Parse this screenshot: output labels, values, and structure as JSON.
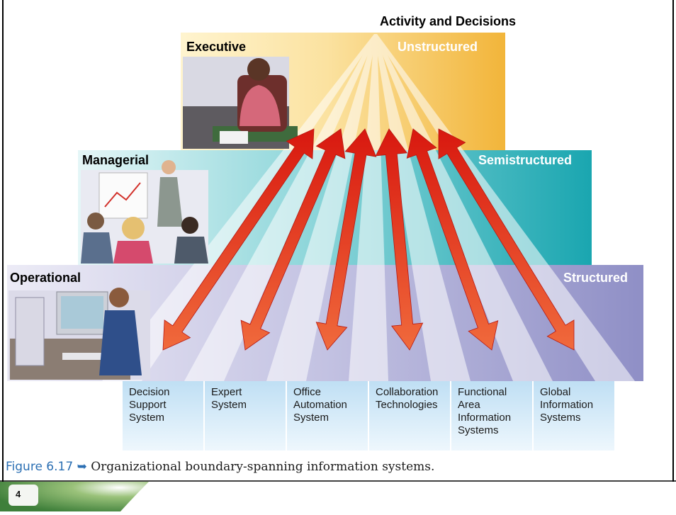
{
  "header": {
    "title": "Activity and Decisions"
  },
  "levels": {
    "executive": "Executive",
    "managerial": "Managerial",
    "operational": "Operational"
  },
  "decision_types": {
    "unstructured": "Unstructured",
    "semistructured": "Semistructured",
    "structured": "Structured"
  },
  "systems": [
    {
      "name": "Decision Support System",
      "lines": [
        "Decision",
        "Support",
        "System"
      ]
    },
    {
      "name": "Expert System",
      "lines": [
        "Expert",
        "System"
      ]
    },
    {
      "name": "Office Automation System",
      "lines": [
        "Office",
        "Automation",
        "System"
      ]
    },
    {
      "name": "Collaboration Technologies",
      "lines": [
        "Collaboration",
        "Technologies"
      ]
    },
    {
      "name": "Functional Area Information Systems",
      "lines": [
        "Functional",
        "Area",
        "Information",
        "Systems"
      ]
    },
    {
      "name": "Global Information Systems",
      "lines": [
        "Global",
        "Information",
        "Systems"
      ]
    }
  ],
  "caption": {
    "figure": "Figure 6.17",
    "arrow": "➥",
    "text": "Organizational boundary-spanning information systems."
  },
  "slide": {
    "number": "4"
  },
  "colors": {
    "executive_band": "#f2b53a",
    "managerial_band": "#1aa6b0",
    "operational_band": "#8f8fc6",
    "arrow": "#e3241b",
    "system_box": "#cfe6f7",
    "label_white": "#ffffff"
  }
}
